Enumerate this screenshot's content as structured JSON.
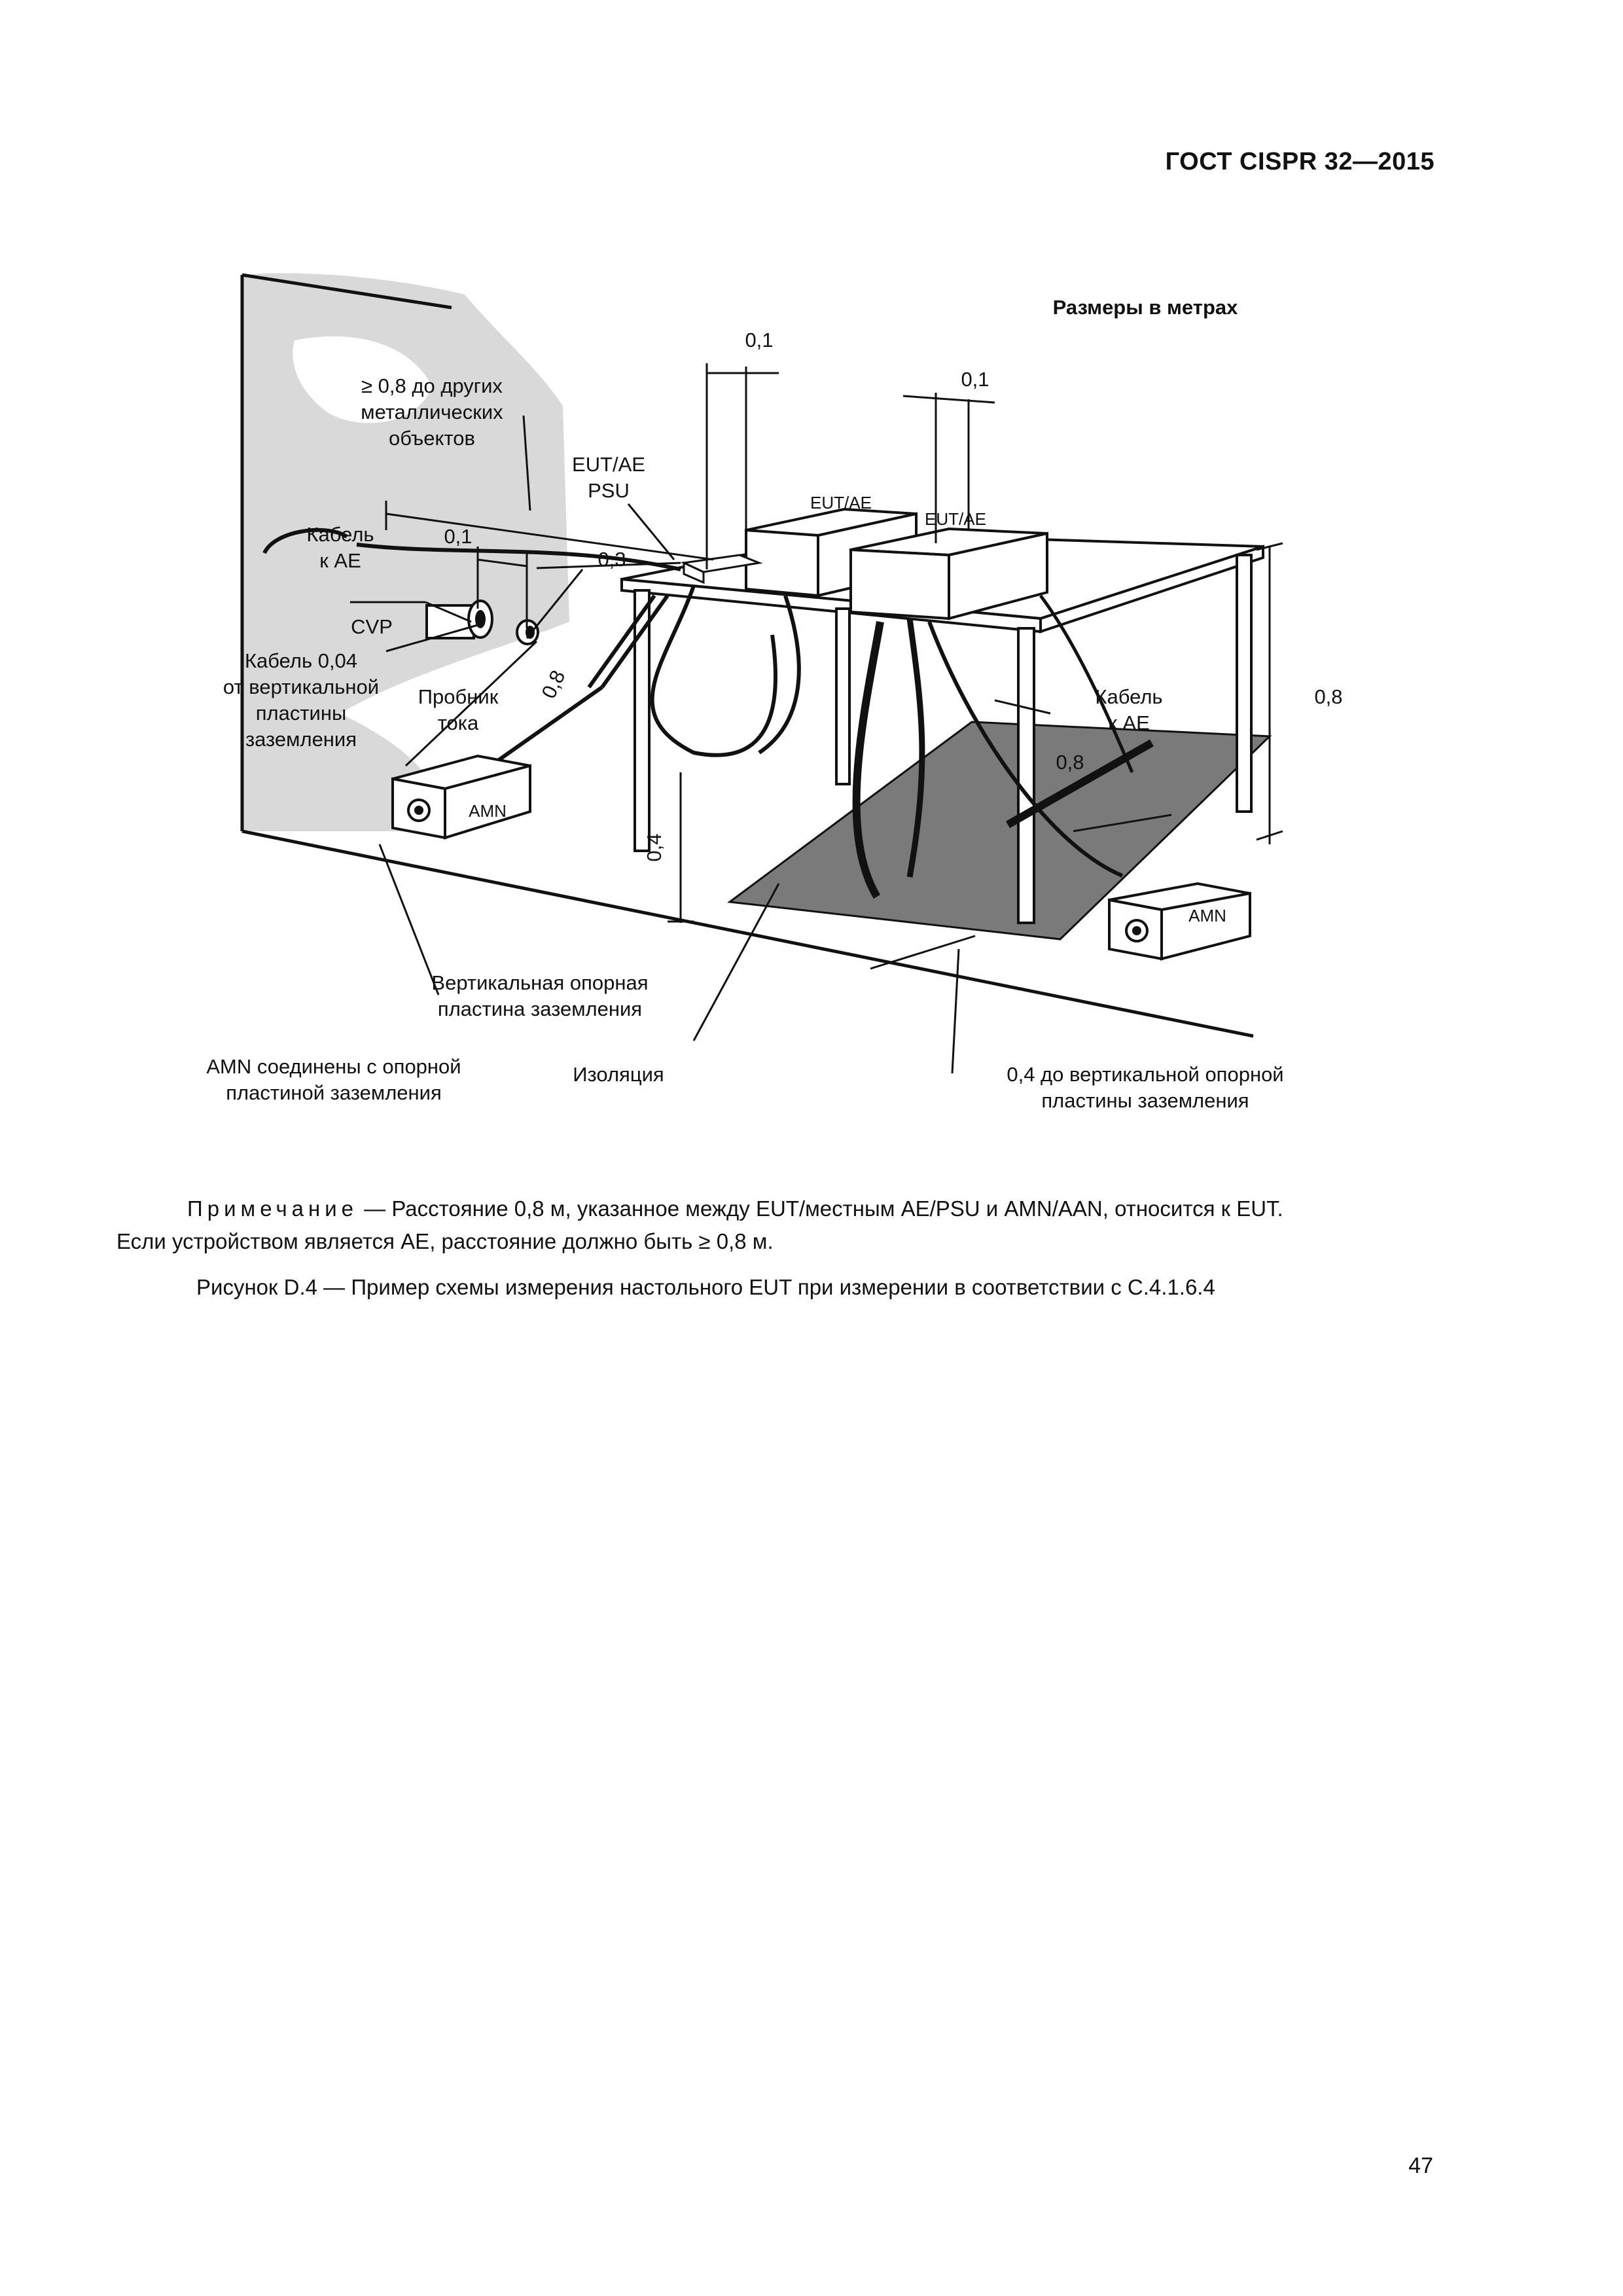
{
  "header": {
    "standard": "ГОСТ CISPR 32—2015"
  },
  "figure": {
    "units_note": "Размеры в метрах",
    "labels": {
      "dim_01_a": "0,1",
      "dim_01_b": "0,1",
      "dim_01_c": "0,1",
      "dim_03": "0,3",
      "dim_08_diag": "0,8",
      "dim_08_right": "0,8",
      "dim_08_floor": "0,8",
      "dim_04": "0,4",
      "min_distance_l1": "≥ 0,8 до других",
      "min_distance_l2": "металлических",
      "min_distance_l3": "объектов",
      "eut_ae_psu_l1": "EUT/AE",
      "eut_ae_psu_l2": "PSU",
      "eut_box_1": "EUT/AE",
      "eut_box_2": "EUT/AE",
      "cable_ae_left_l1": "Кабель",
      "cable_ae_left_l2": "к AE",
      "cvp": "CVP",
      "cable_004_l1": "Кабель 0,04",
      "cable_004_l2": "от вертикальной",
      "cable_004_l3": "пластины",
      "cable_004_l4": "заземления",
      "probe_l1": "Пробник",
      "probe_l2": "тока",
      "amn_left": "AMN",
      "amn_right": "AMN",
      "cable_ae_right_l1": "Кабель",
      "cable_ae_right_l2": "к AE",
      "vert_plane_l1": "Вертикальная опорная",
      "vert_plane_l2": "пластина заземления",
      "amn_bonded_l1": "AMN соединены с опорной",
      "amn_bonded_l2": "пластиной заземления",
      "insulation": "Изоляция",
      "dist_04_l1": "0,4 до вертикальной опорной",
      "dist_04_l2": "пластины заземления"
    }
  },
  "note": {
    "prefix": "Примечание",
    "text_1": " — Расстояние 0,8 м, указанное между EUT/местным AE/PSU и AMN/AAN, относится к EUT.",
    "text_2": "Если устройством является AE, расстояние должно быть ≥ 0,8 м."
  },
  "caption": "Рисунок D.4 — Пример схемы измерения настольного EUT при измерении в соответствии с C.4.1.6.4",
  "page_number": "47"
}
